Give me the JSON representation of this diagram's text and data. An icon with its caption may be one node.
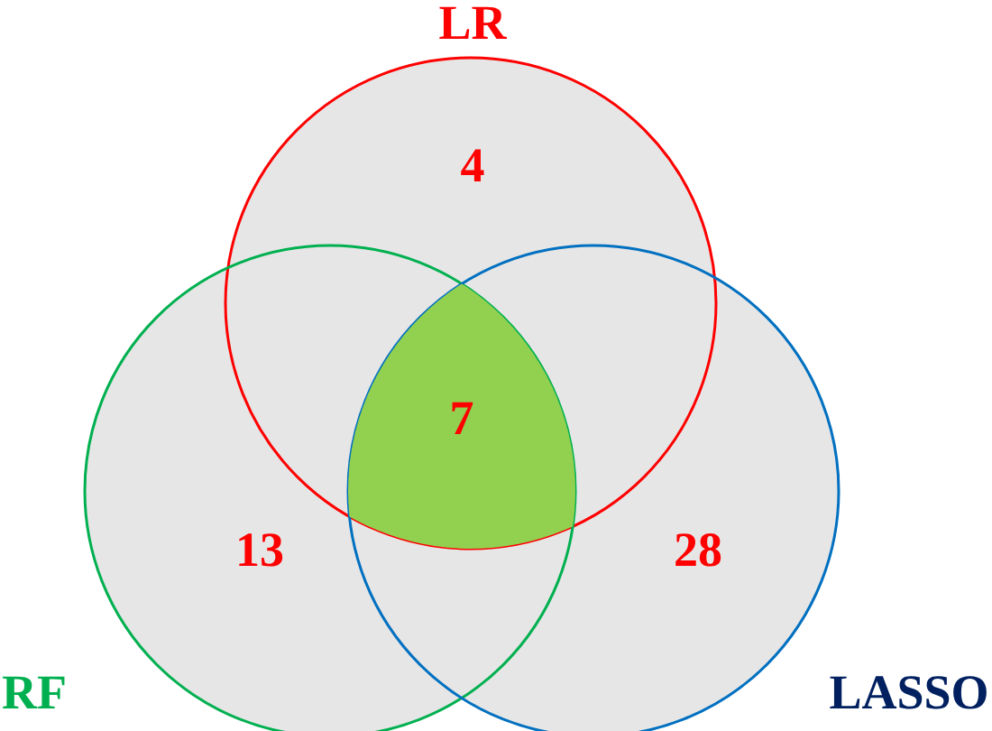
{
  "diagram": {
    "nodes": [
      {
        "text": [
          "LR",
          "4"
        ]
      },
      {
        "text": [
          "RF",
          "13"
        ]
      },
      {
        "text": [
          "LASSO",
          "28"
        ]
      },
      {
        "text": [
          "7"
        ]
      }
    ]
  }
}
